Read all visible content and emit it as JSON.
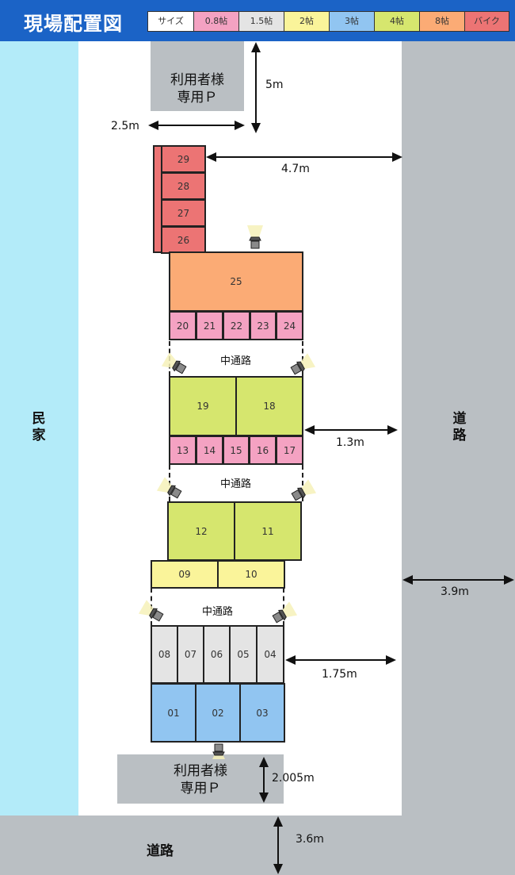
{
  "header": {
    "title": "現場配置図"
  },
  "legend": [
    {
      "label": "サイズ",
      "color": "#ffffff"
    },
    {
      "label": "0.8帖",
      "color": "#f4a2c2"
    },
    {
      "label": "1.5帖",
      "color": "#e4e4e4"
    },
    {
      "label": "2帖",
      "color": "#faf49a"
    },
    {
      "label": "3帖",
      "color": "#91c5f1"
    },
    {
      "label": "4帖",
      "color": "#d6e66e"
    },
    {
      "label": "8帖",
      "color": "#fbab75"
    },
    {
      "label": "バイク",
      "color": "#ec7474"
    }
  ],
  "areas": {
    "minka": "民家",
    "road_right": "道路",
    "road_bottom": "道路"
  },
  "parking": {
    "top": {
      "line1": "利用者様",
      "line2": "専用Ｐ"
    },
    "bottom": {
      "line1": "利用者様",
      "line2": "専用Ｐ"
    }
  },
  "aisle_label": "中通路",
  "dimensions": {
    "parking_top_depth": "5m",
    "parking_top_width": "2.5m",
    "bike_gap": "4.7m",
    "gap_19_18": "1.3m",
    "road_right_width": "3.9m",
    "gap_04": "1.75m",
    "parking_bottom_depth": "2.005m",
    "road_bottom_width": "3.6m"
  },
  "units": {
    "u01": "01",
    "u02": "02",
    "u03": "03",
    "u04": "04",
    "u05": "05",
    "u06": "06",
    "u07": "07",
    "u08": "08",
    "u09": "09",
    "u10": "10",
    "u11": "11",
    "u12": "12",
    "u13": "13",
    "u14": "14",
    "u15": "15",
    "u16": "16",
    "u17": "17",
    "u18": "18",
    "u19": "19",
    "u20": "20",
    "u21": "21",
    "u22": "22",
    "u23": "23",
    "u24": "24",
    "u25": "25",
    "u26": "26",
    "u27": "27",
    "u28": "28",
    "u29": "29"
  },
  "icons": {
    "light": "floodlight-icon",
    "arrow": "dimension-arrow-icon"
  }
}
